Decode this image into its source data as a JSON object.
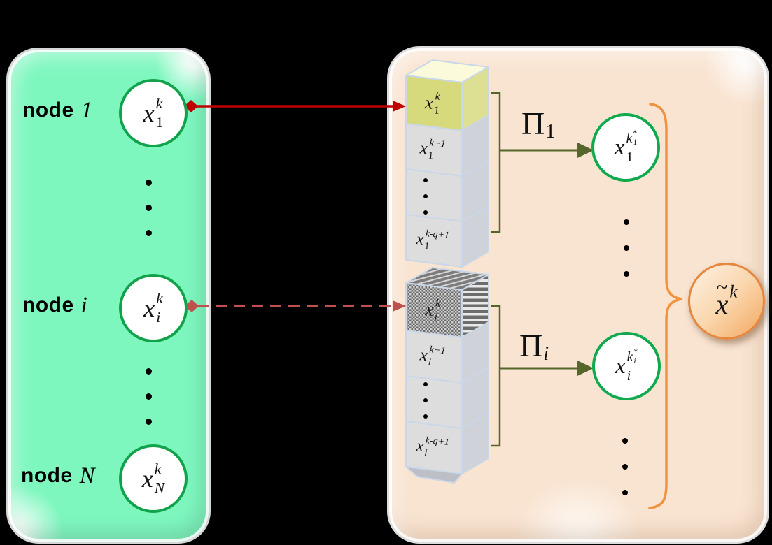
{
  "left_panel": {
    "nodes": [
      {
        "label": "node",
        "index": "1",
        "state": {
          "base": "x",
          "sup": "k",
          "sub": "1"
        }
      },
      {
        "label": "node",
        "index": "i",
        "state": {
          "base": "x",
          "sup": "k",
          "sub": "i"
        }
      },
      {
        "label": "node",
        "index": "N",
        "state": {
          "base": "x",
          "sup": "k",
          "sub": "N"
        }
      }
    ]
  },
  "server_panel": {
    "stacks": [
      {
        "current": {
          "base": "x",
          "sup": "k",
          "sub": "1"
        },
        "previous": {
          "base": "x",
          "sup": "k−1",
          "sub": "1"
        },
        "oldest": {
          "base": "x",
          "sup": "k-q+1",
          "sub": "1"
        },
        "projector": {
          "base": "Π",
          "sub": "1"
        },
        "result": {
          "base": "x",
          "sub": "1",
          "sup": {
            "base": "k",
            "sup": "*",
            "sub": "1"
          }
        }
      },
      {
        "current": {
          "base": "x",
          "sup": "k",
          "sub": "i"
        },
        "previous": {
          "base": "x",
          "sup": "k−1",
          "sub": "i"
        },
        "oldest": {
          "base": "x",
          "sup": "k-q+1",
          "sub": "i"
        },
        "projector": {
          "base": "Π",
          "sub": "i"
        },
        "result": {
          "base": "x",
          "sub": "i",
          "sup": {
            "base": "k",
            "sup": "*",
            "sub": "i"
          }
        }
      }
    ],
    "aggregate": {
      "accent": "~",
      "base": "x",
      "sup": "k"
    }
  },
  "colors": {
    "background": "#000000",
    "nodes_panel": "#7ef7bf",
    "server_panel": "#f9e4d1",
    "node_circle_border": "#13a24c",
    "result_circle_border": "#10a94e",
    "current_box_front": "#d7d97d",
    "current_box_top": "#fbfbdc",
    "current_box_side": "#dde093",
    "memory_box_front": "#dddddd",
    "memory_box_side": "#cfd2d8",
    "box_edge": "#c9d7e8",
    "solid_arrow": "#c00000",
    "dashed_arrow": "#c0504d",
    "projection_green": "#55662b",
    "brace": "#f0923f",
    "aggregate_border": "#e5873e"
  }
}
